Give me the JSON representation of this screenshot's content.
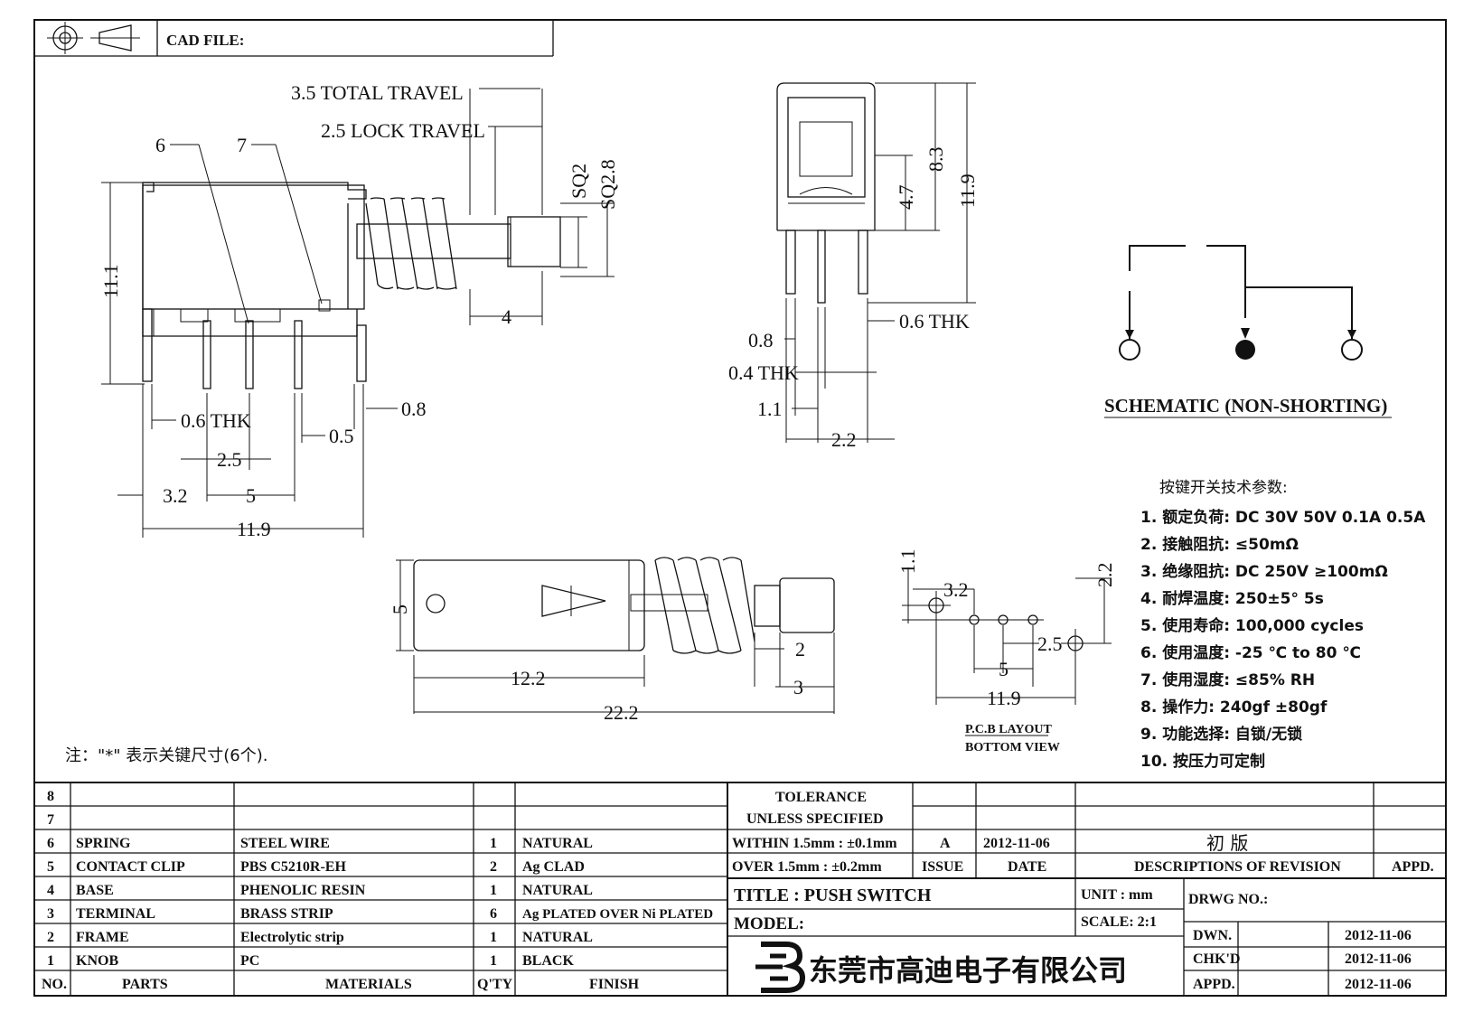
{
  "header": {
    "cad_file_label": "CAD FILE:"
  },
  "side_view": {
    "total_travel": "3.5 TOTAL TRAVEL",
    "lock_travel": "2.5 LOCK TRAVEL",
    "callout_6": "6",
    "callout_7": "7",
    "sq2": "SQ2",
    "sq28": "SQ2.8",
    "height": "11.1",
    "stem": "4",
    "thk": "0.6 THK",
    "pin_w": "0.8",
    "pin_gap": "0.5",
    "d25": "2.5",
    "d32": "3.2",
    "d5": "5",
    "width": "11.9"
  },
  "front_view": {
    "h83": "8.3",
    "h47": "4.7",
    "h119": "11.9",
    "d08": "0.8",
    "thk06": "0.6 THK",
    "thk04": "0.4 THK",
    "d11": "1.1",
    "d22": "2.2"
  },
  "top_view": {
    "h5": "5",
    "d2": "2",
    "d122": "12.2",
    "d3": "3",
    "d222": "22.2"
  },
  "pcb": {
    "d11": "1.1",
    "d32": "3.2",
    "d22": "2.2",
    "d25": "2.5",
    "d5": "5",
    "d119": "11.9",
    "label1": "P.C.B LAYOUT",
    "label2": "BOTTOM VIEW"
  },
  "schematic": {
    "title": "SCHEMATIC (NON-SHORTING)"
  },
  "specs": {
    "heading": "按键开关技术参数:",
    "items": [
      "1.  额定负荷: DC 30V 50V    0.1A  0.5A",
      "2.  接触阻抗: ≤50mΩ",
      "3.  绝缘阻抗: DC 250V  ≥100mΩ",
      "4.  耐焊温度: 250±5°    5s",
      "5.  使用寿命: 100,000 cycles",
      "6.  使用温度: -25  ℃  to 80  ℃",
      "7.  使用湿度: ≤85% RH",
      "8.  操作力: 240gf  ±80gf",
      "9.  功能选择: 自锁/无锁",
      "10.  按压力可定制"
    ]
  },
  "note": "注：\"*\"  表示关键尺寸(6个).",
  "bom": {
    "rows": [
      {
        "no": "8",
        "part": "",
        "material": "",
        "qty": "",
        "finish": ""
      },
      {
        "no": "7",
        "part": "",
        "material": "",
        "qty": "",
        "finish": ""
      },
      {
        "no": "6",
        "part": "SPRING",
        "material": "STEEL WIRE",
        "qty": "1",
        "finish": "NATURAL"
      },
      {
        "no": "5",
        "part": "CONTACT CLIP",
        "material": "PBS C5210R-EH",
        "qty": "2",
        "finish": "Ag CLAD"
      },
      {
        "no": "4",
        "part": "BASE",
        "material": "PHENOLIC RESIN",
        "qty": "1",
        "finish": "NATURAL"
      },
      {
        "no": "3",
        "part": "TERMINAL",
        "material": "BRASS STRIP",
        "qty": "6",
        "finish": "Ag PLATED OVER Ni PLATED"
      },
      {
        "no": "2",
        "part": "FRAME",
        "material": "Electrolytic strip",
        "qty": "1",
        "finish": "NATURAL"
      },
      {
        "no": "1",
        "part": "KNOB",
        "material": "PC",
        "qty": "1",
        "finish": "BLACK"
      }
    ],
    "headers": {
      "no": "NO.",
      "part": "PARTS",
      "material": "MATERIALS",
      "qty": "Q'TY",
      "finish": "FINISH"
    }
  },
  "title_block": {
    "tolerance": "TOLERANCE",
    "unless": "UNLESS  SPECIFIED",
    "within": "WITHIN 1.5mm : ±0.1mm",
    "over": "OVER 1.5mm : ±0.2mm",
    "issue_val": "A",
    "date_val": "2012-11-06",
    "revision_val": "初 版",
    "issue": "ISSUE",
    "date": "DATE",
    "descriptions": "DESCRIPTIONS OF REVISION",
    "appd": "APPD.",
    "title": "TITLE :  PUSH SWITCH",
    "unit": "UNIT :  mm",
    "drwg": "DRWG NO.:",
    "model": "MODEL:",
    "scale": "SCALE:  2:1",
    "dwn": "DWN.",
    "chkd": "CHK'D",
    "appd2": "APPD.",
    "dwn_date": "2012-11-06",
    "chk_date": "2012-11-06",
    "appd_date": "2012-11-06",
    "company": "东莞市高迪电子有限公司"
  }
}
